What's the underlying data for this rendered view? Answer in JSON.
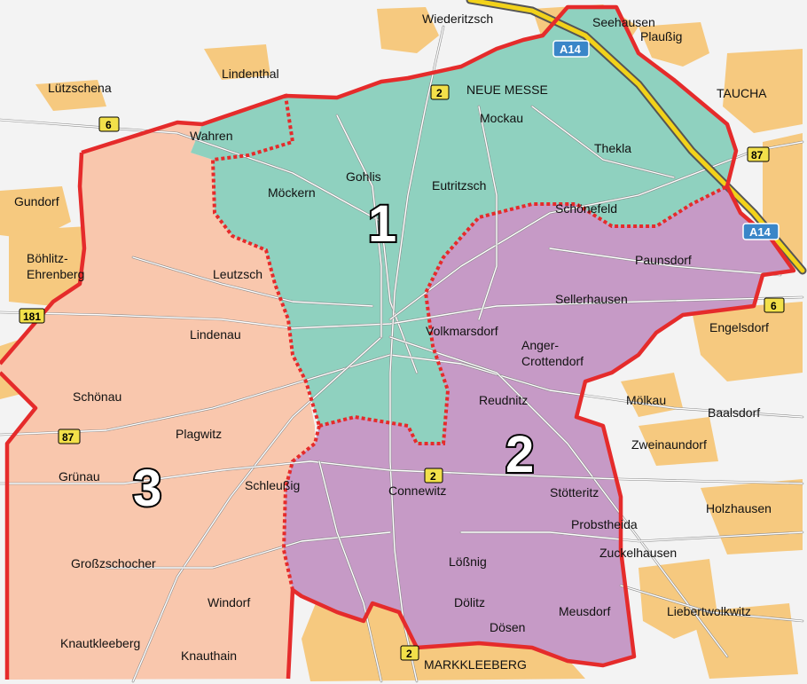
{
  "colors": {
    "zone1": "#8fd1bf",
    "zone2": "#c69ac6",
    "zone3": "#f9c7ad",
    "border": "#e52b2b",
    "settlement": "#f6c97f",
    "motorway": "#f2d21a",
    "shield_blue": "#3a86c8",
    "shield_yellow": "#f2e04a"
  },
  "zones": [
    {
      "number": "1"
    },
    {
      "number": "2"
    },
    {
      "number": "3"
    }
  ],
  "places": [
    {
      "name": "Seehausen"
    },
    {
      "name": "Plaußig"
    },
    {
      "name": "Wiederitzsch"
    },
    {
      "name": "Lindenthal"
    },
    {
      "name": "Lützschena"
    },
    {
      "name": "NEUE MESSE"
    },
    {
      "name": "TAUCHA"
    },
    {
      "name": "Mockau"
    },
    {
      "name": "Wahren"
    },
    {
      "name": "Thekla"
    },
    {
      "name": "Gohlis"
    },
    {
      "name": "Möckern"
    },
    {
      "name": "Eutritzsch"
    },
    {
      "name": "Gundorf"
    },
    {
      "name": "Schönefeld"
    },
    {
      "name": "Böhlitz-"
    },
    {
      "name": "Ehrenberg"
    },
    {
      "name": "Paunsdorf"
    },
    {
      "name": "Leutzsch"
    },
    {
      "name": "Sellerhausen"
    },
    {
      "name": "Lindenau"
    },
    {
      "name": "Volkmarsdorf"
    },
    {
      "name": "Engelsdorf"
    },
    {
      "name": "Anger-"
    },
    {
      "name": "Crottendorf"
    },
    {
      "name": "Schönau"
    },
    {
      "name": "Mölkau"
    },
    {
      "name": "Reudnitz"
    },
    {
      "name": "Baalsdorf"
    },
    {
      "name": "Plagwitz"
    },
    {
      "name": "Zweinaundorf"
    },
    {
      "name": "Grünau"
    },
    {
      "name": "Schleußig"
    },
    {
      "name": "Connewitz"
    },
    {
      "name": "Stötteritz"
    },
    {
      "name": "Holzhausen"
    },
    {
      "name": "Probstheida"
    },
    {
      "name": "Großzschocher"
    },
    {
      "name": "Lößnig"
    },
    {
      "name": "Zuckelhausen"
    },
    {
      "name": "Windorf"
    },
    {
      "name": "Dölitz"
    },
    {
      "name": "Liebertwolkwitz"
    },
    {
      "name": "Meusdorf"
    },
    {
      "name": "Dösen"
    },
    {
      "name": "Knautkleeberg"
    },
    {
      "name": "Knauthain"
    },
    {
      "name": "MARKKLEEBERG"
    }
  ],
  "road_shields": [
    {
      "label": "A14",
      "kind": "motorway"
    },
    {
      "label": "A14",
      "kind": "motorway"
    },
    {
      "label": "2",
      "kind": "federal"
    },
    {
      "label": "6",
      "kind": "federal"
    },
    {
      "label": "87",
      "kind": "federal"
    },
    {
      "label": "181",
      "kind": "federal"
    },
    {
      "label": "6",
      "kind": "federal"
    },
    {
      "label": "87",
      "kind": "federal"
    },
    {
      "label": "2",
      "kind": "federal"
    },
    {
      "label": "2",
      "kind": "federal"
    }
  ]
}
